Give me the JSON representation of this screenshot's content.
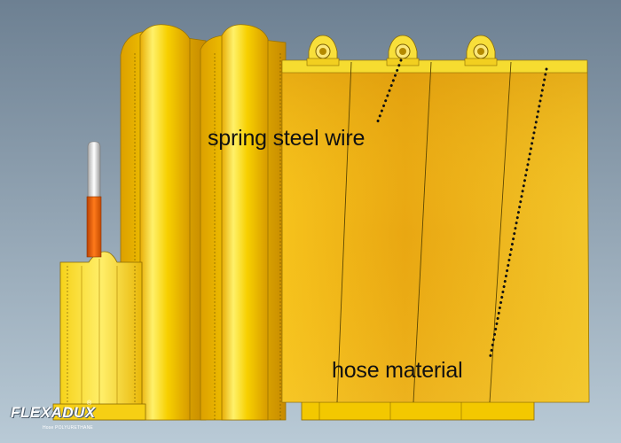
{
  "labels": {
    "spring_steel_wire": "spring steel wire",
    "hose_material": "hose material"
  },
  "logo": {
    "name": "FLEXADUX",
    "registered": "®",
    "tagline": "Hose POLYURETHANE"
  },
  "colors": {
    "background_top": "#6f8293",
    "background_bottom": "#b7c8d4",
    "hose_yellow": "#f2c800",
    "hose_highlight": "#fff07a",
    "hose_shadow": "#d69a00",
    "wire_orange": "#e0600a",
    "wire_tip": "#e8e8e8",
    "text": "#111111"
  }
}
